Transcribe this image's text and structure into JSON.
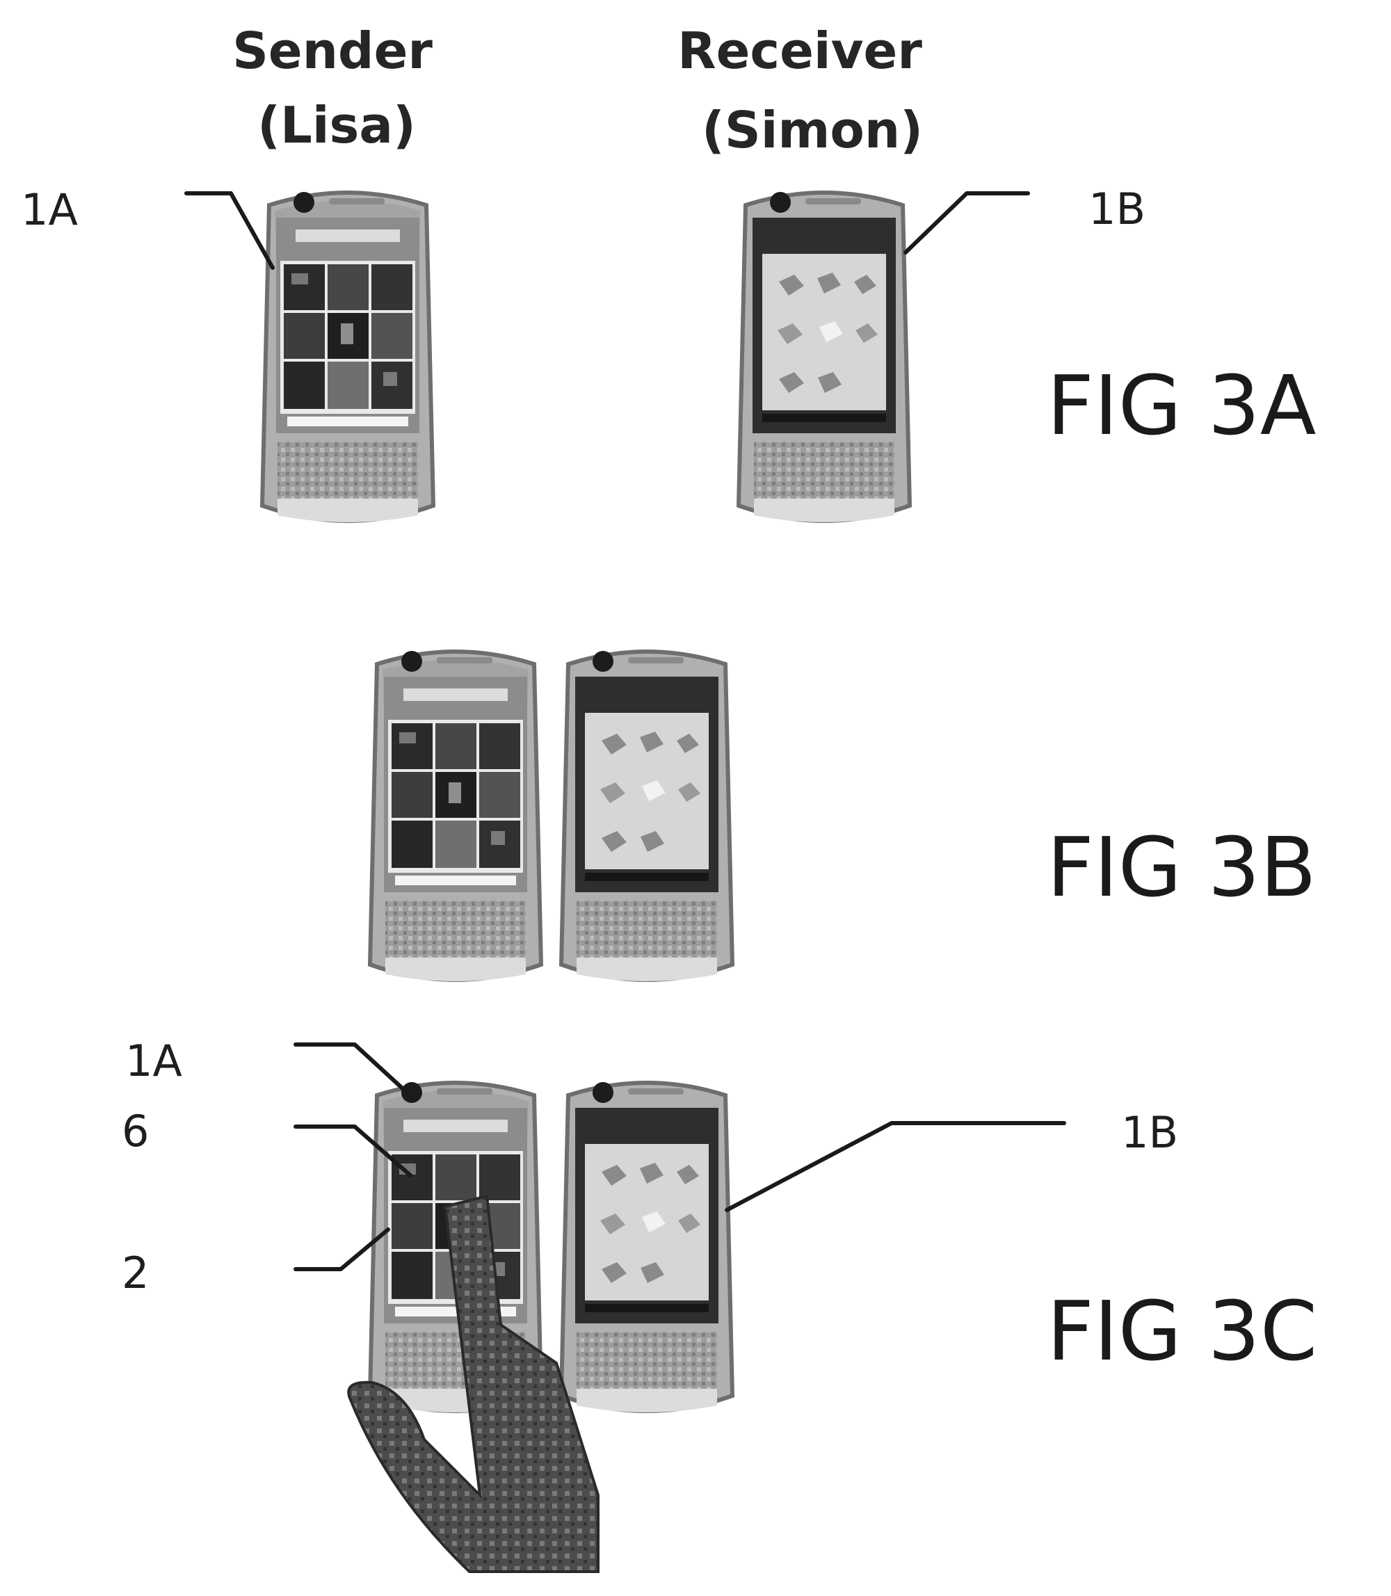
{
  "headers": {
    "sender_line1": "Sender",
    "sender_line2": "(Lisa)",
    "receiver_line1": "Receiver",
    "receiver_line2": "(Simon)"
  },
  "fig3a": {
    "label": "FIG 3A",
    "ref_sender": "1A",
    "ref_receiver": "1B"
  },
  "fig3b": {
    "label": "FIG 3B"
  },
  "fig3c": {
    "label": "FIG 3C",
    "ref_sender_device": "1A",
    "ref_selected_item": "6",
    "ref_grid": "2",
    "ref_receiver": "1B"
  },
  "colors": {
    "phone_body": "#b0b0b0",
    "phone_edge": "#6e6e6e",
    "sender_screen": "#3a3a3a",
    "receiver_screen": "#d2d2d2",
    "hand": "#555555"
  },
  "icons": {
    "sender_phone": "mobile-phone-dark-grid-icon",
    "receiver_phone": "mobile-phone-light-grid-icon",
    "hand": "hand-pointing-finger-icon"
  }
}
